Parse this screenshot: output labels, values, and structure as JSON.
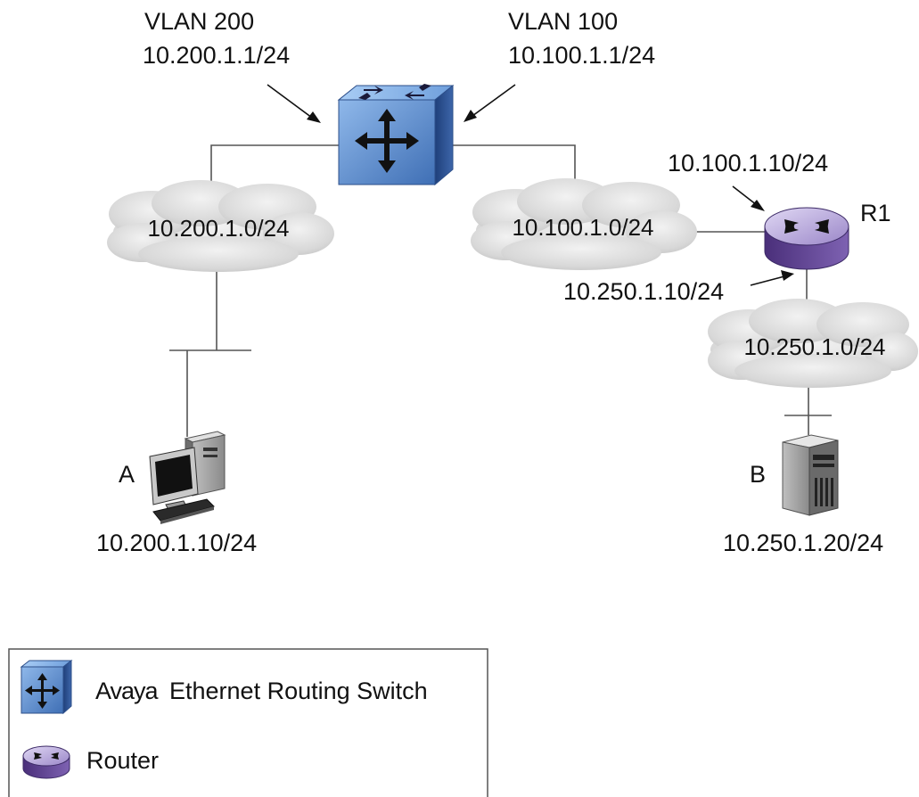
{
  "switch": {
    "vlan_left_name": "VLAN 200",
    "vlan_left_ip": "10.200.1.1/24",
    "vlan_right_name": "VLAN 100",
    "vlan_right_ip": "10.100.1.1/24"
  },
  "clouds": {
    "left": "10.200.1.0/24",
    "middle": "10.100.1.0/24",
    "right": "10.250.1.0/24"
  },
  "router": {
    "name": "R1",
    "ip_top": "10.100.1.10/24",
    "ip_bottom": "10.250.1.10/24"
  },
  "host_a": {
    "name": "A",
    "ip": "10.200.1.10/24"
  },
  "host_b": {
    "name": "B",
    "ip": "10.250.1.20/24"
  },
  "legend": {
    "switch_brand": "Avaya",
    "switch_label": "Ethernet Routing Switch",
    "router_label": "Router"
  },
  "colors": {
    "switch_blue": "#5a8fd0",
    "router_purple": "#9a86c8",
    "cloud_gray": "#d4d4d4"
  }
}
